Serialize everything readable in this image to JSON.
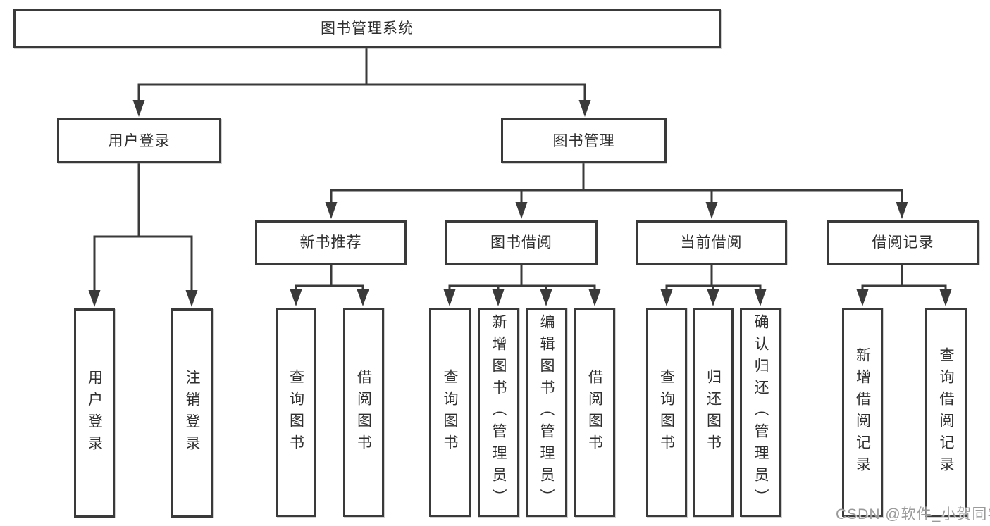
{
  "tree": {
    "label": "图书管理系统",
    "children": [
      {
        "label": "用户登录",
        "children": [
          {
            "label": "用户登录"
          },
          {
            "label": "注销登录"
          }
        ]
      },
      {
        "label": "图书管理",
        "children": [
          {
            "label": "新书推荐",
            "children": [
              {
                "label": "查询图书"
              },
              {
                "label": "借阅图书"
              }
            ]
          },
          {
            "label": "图书借阅",
            "children": [
              {
                "label": "查询图书"
              },
              {
                "label": "新增图书（管理员）"
              },
              {
                "label": "编辑图书（管理员）"
              },
              {
                "label": "借阅图书"
              }
            ]
          },
          {
            "label": "当前借阅",
            "children": [
              {
                "label": "查询图书"
              },
              {
                "label": "归还图书"
              },
              {
                "label": "确认归还（管理员）"
              }
            ]
          },
          {
            "label": "借阅记录",
            "children": [
              {
                "label": "新增借阅记录"
              },
              {
                "label": "查询借阅记录"
              }
            ]
          }
        ]
      }
    ]
  },
  "watermark": {
    "text": "CSDN @软件_小贺同学"
  },
  "colors": {
    "line": "#3a3a3a",
    "text": "#2f2f2f",
    "watermark": "#9a9a9a"
  }
}
